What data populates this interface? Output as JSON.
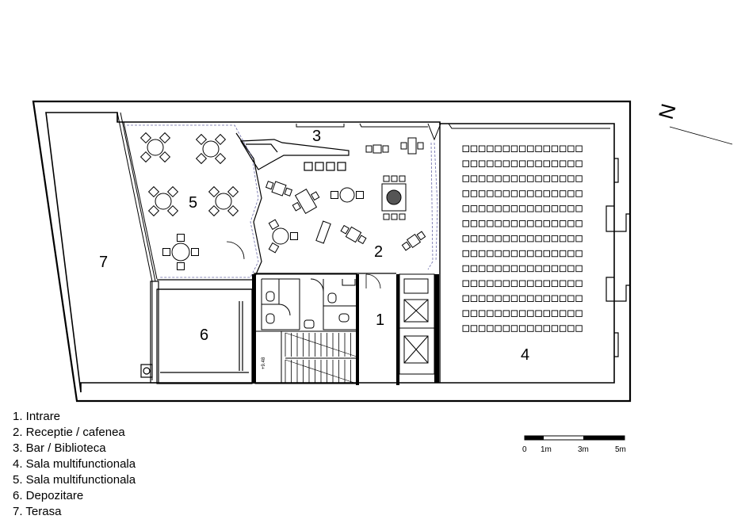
{
  "rooms": [
    {
      "number": "1",
      "name": "Intrare"
    },
    {
      "number": "2",
      "name": "Receptie / cafenea"
    },
    {
      "number": "3",
      "name": "Bar / Biblioteca"
    },
    {
      "number": "4",
      "name": "Sala multifunctionala"
    },
    {
      "number": "5",
      "name": "Sala multifunctionala"
    },
    {
      "number": "6",
      "name": "Depozitare"
    },
    {
      "number": "7",
      "name": "Terasa"
    }
  ],
  "legend": [
    "1. Intrare",
    "2. Receptie / cafenea",
    "3. Bar / Biblioteca",
    "4. Sala multifunctionala",
    "5. Sala multifunctionala",
    "6. Depozitare",
    "7. Terasa"
  ],
  "level_mark": "+9.48",
  "scale_bar": {
    "labels": [
      "0",
      "1m",
      "3m",
      "5m"
    ]
  },
  "north_label": "N",
  "auditorium": {
    "rows": 13,
    "seats_per_row": 15
  }
}
